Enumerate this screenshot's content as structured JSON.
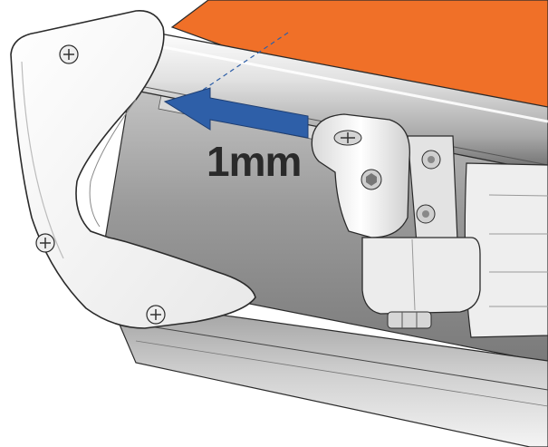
{
  "illustration": {
    "measurement_label": "1mm",
    "colors": {
      "fabric": "#f07028",
      "arrow": "#2e5fa8",
      "metal_light": "#e6e6e6",
      "metal_mid": "#bdbdbd",
      "metal_dark": "#6e6e6e",
      "outline": "#2b2b2b"
    },
    "icons": [
      "end-cap",
      "screw",
      "bracket",
      "arrow-left"
    ]
  }
}
